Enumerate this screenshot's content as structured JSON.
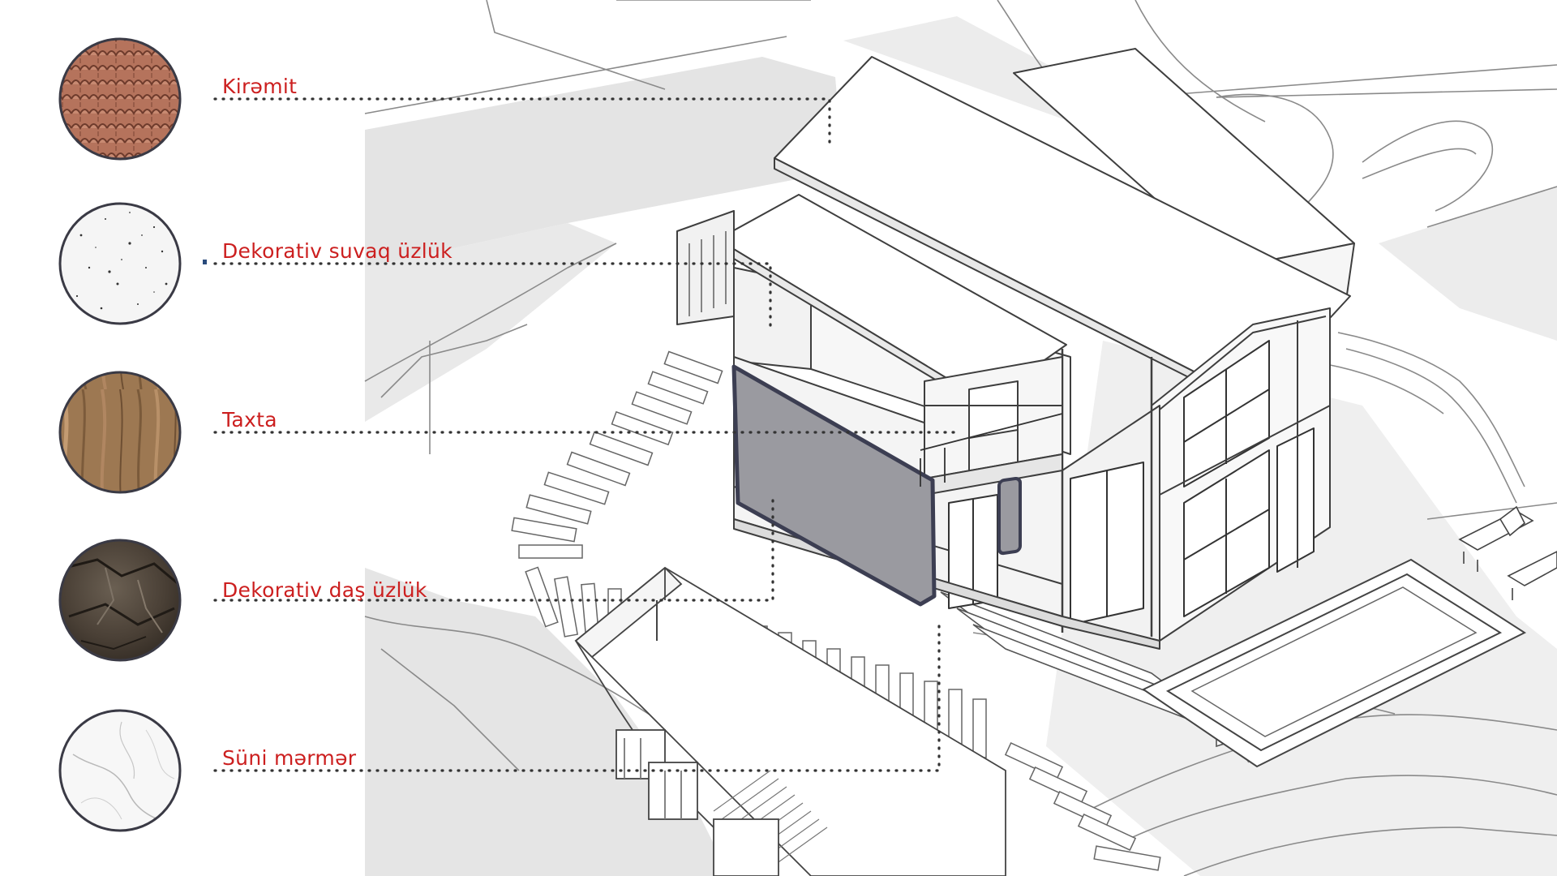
{
  "materials": [
    {
      "label": "Kirəmit",
      "texture": "terracotta-roof-tile",
      "color": "#b0705a"
    },
    {
      "label": "Dekorativ suvaq üzlük",
      "texture": "speckled-white-plaster",
      "color": "#f4f4f4"
    },
    {
      "label": "Taxta",
      "texture": "wood-grain",
      "color": "#9b7650"
    },
    {
      "label": "Dekorativ daş üzlük",
      "texture": "dark-rough-stone",
      "color": "#4f463c"
    },
    {
      "label": "Süni mərmər",
      "texture": "white-marble",
      "color": "#f6f6f6"
    }
  ],
  "colors": {
    "label": "#cc1f1f",
    "leader": "#333333",
    "highlight_fill": "#9a9aa0",
    "highlight_stroke": "#3c3e52",
    "linework": "#4a4a4a",
    "site_shade": "#e3e3e3"
  }
}
